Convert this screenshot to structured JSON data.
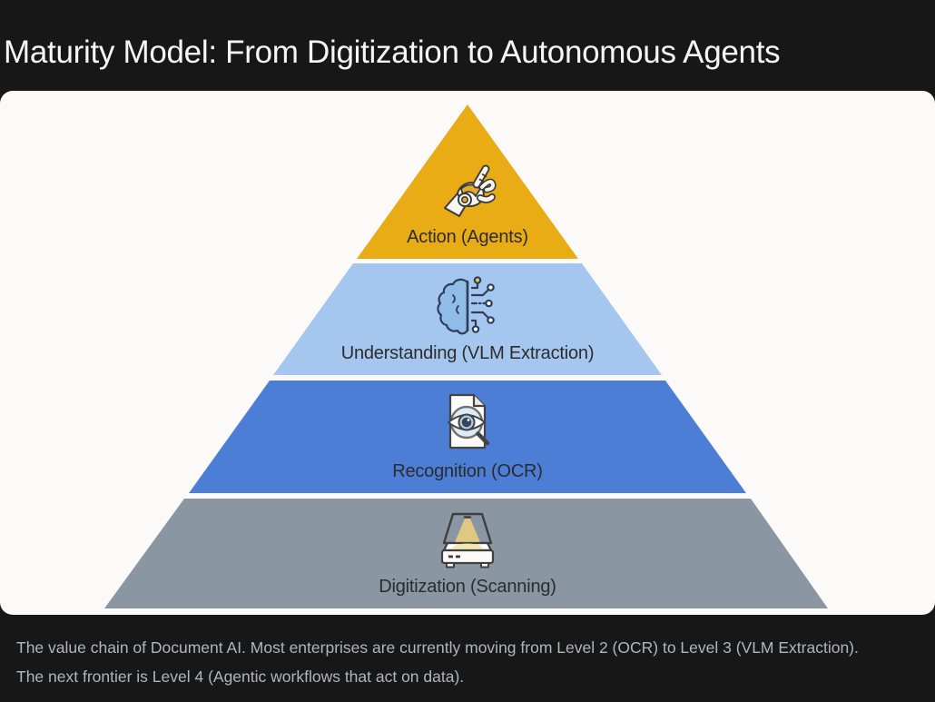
{
  "colors": {
    "background": "#171717",
    "panel": "#FBFAF8",
    "title_text": "#F5F5F5",
    "caption_text": "#B0B6B9",
    "level_label_text": "#2C2C2C"
  },
  "header": {
    "title": "Maturity Model: From Digitization to Autonomous Agents"
  },
  "pyramid": {
    "levels": [
      {
        "label": "Action (Agents)",
        "color": "#E9AC14",
        "icon": "robot-hand-icon"
      },
      {
        "label": "Understanding (VLM Extraction)",
        "color": "#A5C7EF",
        "icon": "brain-circuit-icon"
      },
      {
        "label": "Recognition (OCR)",
        "color": "#4C7ED6",
        "icon": "document-eye-icon"
      },
      {
        "label": "Digitization (Scanning)",
        "color": "#8A97A2",
        "icon": "scanner-icon"
      }
    ]
  },
  "caption": {
    "line1": "The value chain of Document AI. Most enterprises are currently moving from Level 2 (OCR) to Level 3 (VLM Extraction).",
    "line2": "The next frontier is Level 4 (Agentic workflows that act on data)."
  }
}
